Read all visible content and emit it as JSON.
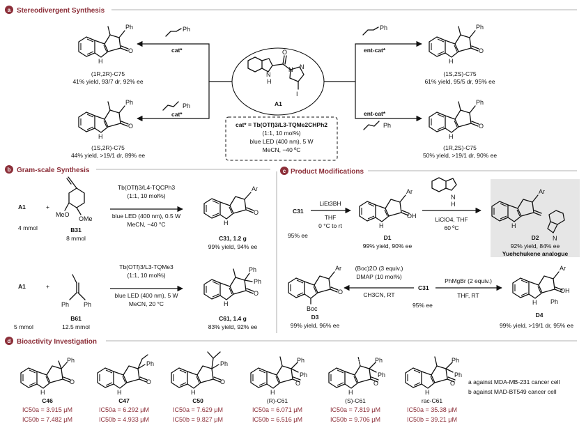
{
  "sections": {
    "a": {
      "letter": "a",
      "title": "Stereodivergent Synthesis"
    },
    "b": {
      "letter": "b",
      "title": "Gram-scale Synthesis"
    },
    "c": {
      "letter": "c",
      "title": "Product Modifications"
    },
    "d": {
      "letter": "d",
      "title": "Bioactivity Investigation"
    }
  },
  "panel_a": {
    "center_label": "A1",
    "cat_box": {
      "line1": "cat* = Tb(OTf)3/L3-TQMe2CHPh2",
      "line2": "(1:1, 10 mol%)",
      "line3": "blue LED (400 nm), 5 W",
      "line4": "MeCN, −40 ºC"
    },
    "arrow_labels": {
      "tl": "cat*",
      "bl": "cat*",
      "tr": "ent-cat*",
      "br": "ent-cat*"
    },
    "products": {
      "tl": {
        "name": "(1R,2R)-C75",
        "yield": "41% yield, 93/7 dr, 92% ee"
      },
      "bl": {
        "name": "(1S,2R)-C75",
        "yield": "44% yield, >19/1 dr, 89% ee"
      },
      "tr": {
        "name": "(1S,2S)-C75",
        "yield": "61% yield, 95/5 dr, 95% ee"
      },
      "br": {
        "name": "(1R,2S)-C75",
        "yield": "50% yield, >19/1 dr, 90% ee"
      }
    }
  },
  "panel_b": {
    "row1": {
      "a1": "A1",
      "a1_amount": "4 mmol",
      "plus": "+",
      "reagent": "B31",
      "reagent_amount": "8 mmol",
      "cond1": "Tb(OTf)3/L4-TQCPh3",
      "cond2": "(1:1, 10 mol%)",
      "cond3": "blue LED (400 nm), 0.5 W",
      "cond4": "MeCN, −40 °C",
      "product": "C31, 1.2 g",
      "result": "99% yield, 94% ee"
    },
    "row2": {
      "a1": "A1",
      "a1_amount": "5 mmol",
      "plus": "+",
      "reagent": "B61",
      "reagent_amount": "12.5 mmol",
      "cond1": "Tb(OTf)3/L3-TQMe3",
      "cond2": "(1:1, 10 mol%)",
      "cond3": "blue LED (400 nm), 5 W",
      "cond4": "MeCN, 20 °C",
      "product": "C61, 1.4 g",
      "result": "83% yield, 92% ee"
    }
  },
  "panel_c": {
    "c31": "C31",
    "c31_ee": "95% ee",
    "cond_d1": {
      "l1": "LiEt3BH",
      "l2": "THF",
      "l3": "0 °C to rt"
    },
    "d1": {
      "name": "D1",
      "result": "99% yield, 90% ee"
    },
    "cond_d2": {
      "l1": "LiClO4, THF",
      "l2": "60 ºC"
    },
    "d2": {
      "name": "D2",
      "result": "92% yield, 84% ee",
      "note": "Yuehchukene analogue"
    },
    "c31_b": "C31",
    "c31_b_ee": "95% ee",
    "cond_d3": {
      "l1": "(Boc)2O (3 equiv.)",
      "l2": "DMAP (10 mol%)",
      "l3": "CH3CN, RT"
    },
    "d3": {
      "name": "D3",
      "result": "99% yield, 96% ee"
    },
    "cond_d4": {
      "l1": "PhMgBr (2 equiv.)",
      "l2": "THF, RT"
    },
    "d4": {
      "name": "D4",
      "result": "99% yield, >19/1 dr, 95% ee"
    }
  },
  "panel_d": {
    "compounds": [
      {
        "name": "C46",
        "ic1": "IC50a = 3.915 μM",
        "ic2": "IC50b = 7.482 μM"
      },
      {
        "name": "C47",
        "ic1": "IC50a = 6.292 μM",
        "ic2": "IC50b = 4.933 μM"
      },
      {
        "name": "C50",
        "ic1": "IC50a = 7.629 μM",
        "ic2": "IC50b = 9.827 μM"
      },
      {
        "name": "(R)-C61",
        "ic1": "IC50a = 6.071 μM",
        "ic2": "IC50b = 6.516 μM"
      },
      {
        "name": "(S)-C61",
        "ic1": "IC50a = 7.819 μM",
        "ic2": "IC50b = 9.706 μM"
      },
      {
        "name": "rac-C61",
        "ic1": "IC50a = 35.38 μM",
        "ic2": "IC50b = 39.21 μM"
      }
    ],
    "footnote_a": "a against MDA-MB-231 cancer cell",
    "footnote_b": "b against MAD-BT549 cancer cell"
  },
  "atoms": {
    "H": "H",
    "O": "O",
    "N": "N",
    "Ph": "Ph",
    "Ar": "Ar",
    "OH": "OH",
    "OMe": "MeO",
    "OMe2": "OMe",
    "Boc": "Boc",
    "I": "I"
  }
}
